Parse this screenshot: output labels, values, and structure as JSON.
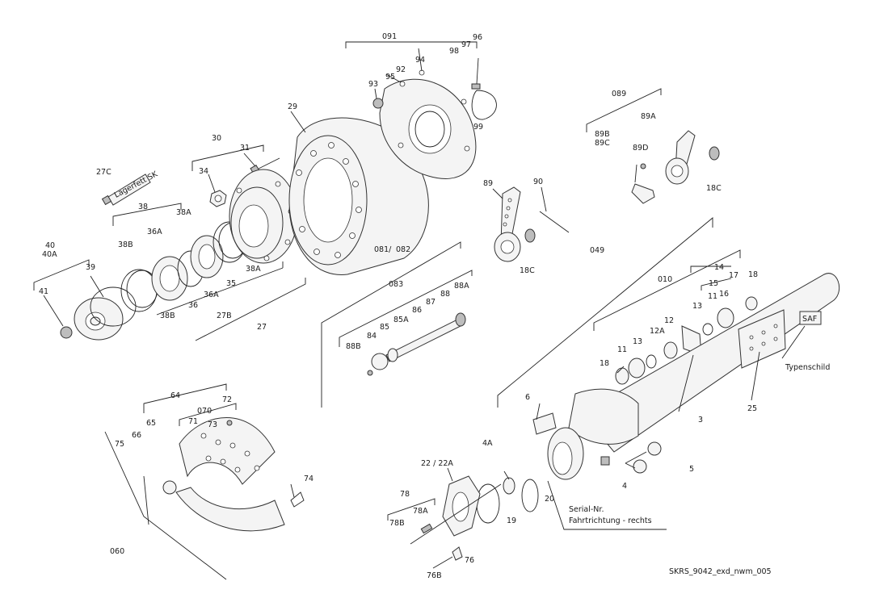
{
  "labels": {
    "p091": "091",
    "p96": "96",
    "p97": "97",
    "p98": "98",
    "p94": "94",
    "p92": "92",
    "p95": "95",
    "p93": "93",
    "p99": "99",
    "p29": "29",
    "p30": "30",
    "p31": "31",
    "p34": "34",
    "p27C": "27C",
    "lagerfett": "Lagerfett SK",
    "p38": "38",
    "p38A_1": "38A",
    "p36A_1": "36A",
    "p38B_1": "38B",
    "p40": "40",
    "p40A": "40A",
    "p39": "39",
    "p41": "41",
    "p36A_2": "36A",
    "p35": "35",
    "p38A_2": "38A",
    "p36": "36",
    "p38B_2": "38B",
    "p27B": "27B",
    "p27": "27",
    "p089": "089",
    "p89A": "89A",
    "p89B": "89B",
    "p89C": "89C",
    "p89D": "89D",
    "p18C_1": "18C",
    "p89": "89",
    "p90": "90",
    "p18C_2": "18C",
    "p081": "081/",
    "p082": "082",
    "p083": "083",
    "p88": "88",
    "p88A": "88A",
    "p87": "87",
    "p86": "86",
    "p85A": "85A",
    "p85": "85",
    "p84": "84",
    "p88B": "88B",
    "p049": "049",
    "p010": "010",
    "p14": "14",
    "p15": "15",
    "p16": "16",
    "p17": "17",
    "p18_1": "18",
    "p13_1": "13",
    "p11_1": "11",
    "p12": "12",
    "p12A": "12A",
    "p13_2": "13",
    "p11_2": "11",
    "p18_2": "18",
    "saf": "SAF",
    "typenschild": "Typenschild",
    "p3": "3",
    "p25": "25",
    "p6": "6",
    "p5": "5",
    "p4A": "4A",
    "p4": "4",
    "p22": "22 / 22A",
    "p20": "20",
    "p19": "19",
    "serial": "Serial-Nr.",
    "fahrtrichtung": "Fahrtrichtung - rechts",
    "p64": "64",
    "p070": "070",
    "p73": "73",
    "p72": "72",
    "p71": "71",
    "p65": "65",
    "p66": "66",
    "p75": "75",
    "p74": "74",
    "p060": "060",
    "p78": "78",
    "p78A": "78A",
    "p78B": "78B",
    "p76": "76",
    "p76B": "76B",
    "drawing_id": "SKRS_9042_exd_nwm_005"
  }
}
